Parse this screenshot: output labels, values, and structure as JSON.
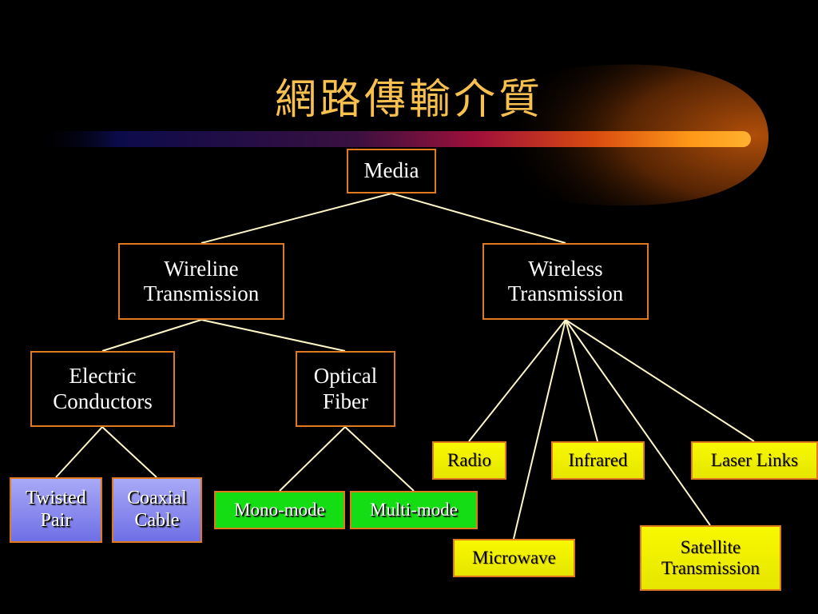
{
  "title": "網路傳輸介質",
  "nodes": {
    "media": "Media",
    "wireline": "Wireline\nTransmission",
    "wireless": "Wireless\nTransmission",
    "electric": "Electric\nConductors",
    "optical": "Optical\nFiber",
    "twisted": "Twisted\nPair",
    "coaxial": "Coaxial\nCable",
    "mono": "Mono-mode",
    "multi": "Multi-mode",
    "radio": "Radio",
    "infrared": "Infrared",
    "laser": "Laser Links",
    "microwave": "Microwave",
    "satellite": "Satellite\nTransmission"
  },
  "colors": {
    "box_border": "#e07a1f",
    "connector": "#fff6c8",
    "title": "#f7c04f",
    "leaf_blue": "#8f8ff0",
    "leaf_green": "#14dd14",
    "leaf_yellow": "#f0f000"
  }
}
